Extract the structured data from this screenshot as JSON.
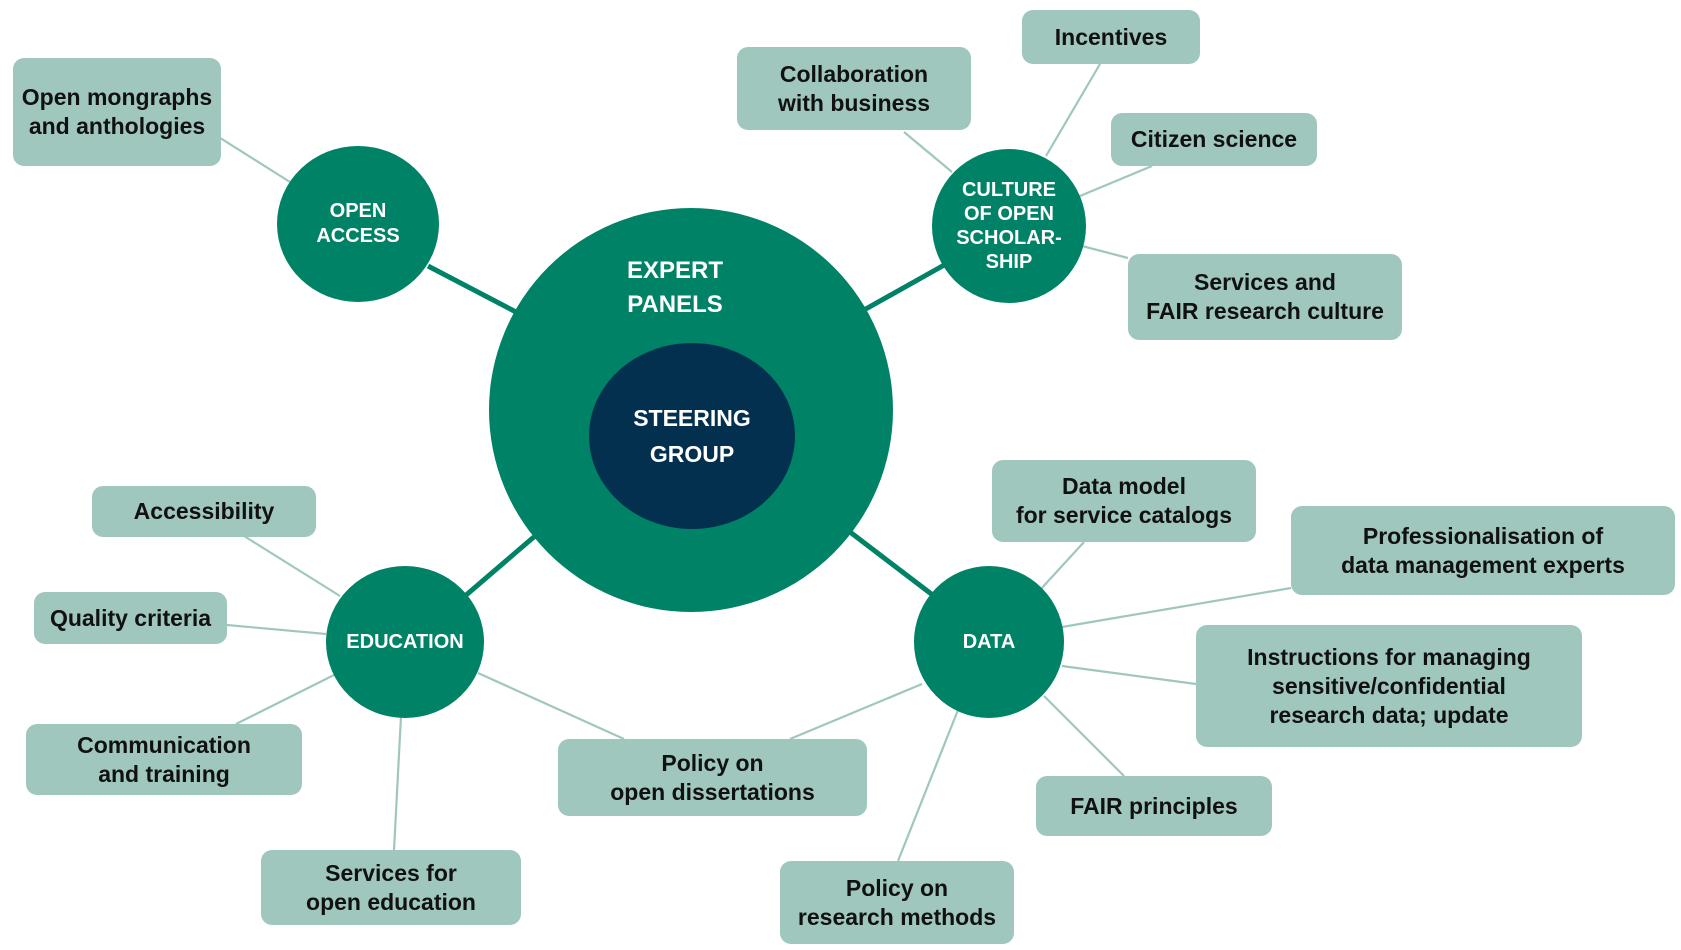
{
  "center": {
    "outer_label": [
      "EXPERT",
      "PANELS"
    ],
    "inner_label": [
      "STEERING",
      "GROUP"
    ]
  },
  "hubs": {
    "open_access": [
      "OPEN",
      "ACCESS"
    ],
    "culture": [
      "CULTURE",
      "OF OPEN",
      "SCHOLAR-",
      "SHIP"
    ],
    "education": [
      "EDUCATION"
    ],
    "data": [
      "DATA"
    ]
  },
  "topics": {
    "open_monographs": [
      "Open mongraphs",
      "and anthologies"
    ],
    "collaboration": [
      "Collaboration",
      "with business"
    ],
    "incentives": [
      "Incentives"
    ],
    "citizen_science": [
      "Citizen science"
    ],
    "services_fair": [
      "Services and",
      "FAIR research culture"
    ],
    "accessibility": [
      "Accessibility"
    ],
    "quality_criteria": [
      "Quality criteria"
    ],
    "communication": [
      "Communication",
      "and training"
    ],
    "services_education": [
      "Services for",
      "open education"
    ],
    "policy_dissertations": [
      "Policy on",
      "open dissertations"
    ],
    "data_model": [
      "Data model",
      "for service catalogs"
    ],
    "professionalisation": [
      "Professionalisation of",
      "data management experts"
    ],
    "instructions": [
      "Instructions for managing",
      "sensitive/confidential",
      "research data; update"
    ],
    "fair_principles": [
      "FAIR principles"
    ],
    "policy_methods": [
      "Policy on",
      "research methods"
    ]
  },
  "colors": {
    "hub_green": "#008266",
    "core_navy": "#04304f",
    "topic_box": "#9fc7be",
    "connector": "#9fc7be"
  }
}
